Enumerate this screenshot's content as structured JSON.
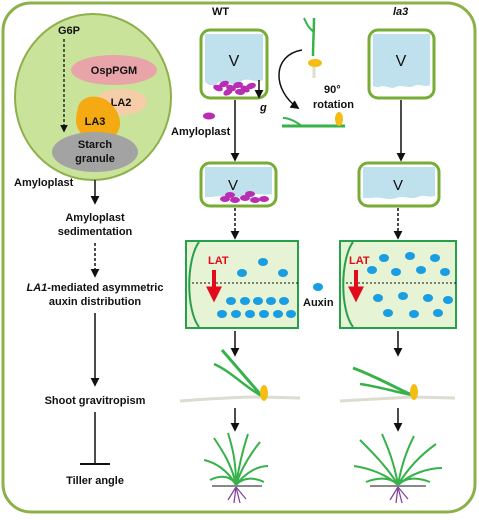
{
  "plastid": {
    "g6p": "G6P",
    "osppgm": "OspPGM",
    "la2": "LA2",
    "la3": "LA3",
    "starch_line1": "Starch",
    "starch_line2": "granule"
  },
  "pathway": {
    "amyloplast": "Amyloplast",
    "sedimentation_line1": "Amyloplast",
    "sedimentation_line2": "sedimentation",
    "la1_gene": "LA1",
    "la1_suffix": "-mediated asymmetric",
    "auxin_distribution": "auxin distribution",
    "shoot_gravitropism": "Shoot gravitropism",
    "tiller_angle": "Tiller angle"
  },
  "wt_panel": {
    "label": "WT",
    "vacuole": "V",
    "gravity": "g",
    "amyloplast_label": "Amyloplast",
    "rotation_angle": "90°",
    "rotation_label": "rotation",
    "lat": "LAT"
  },
  "mutant_panel": {
    "label": "la3",
    "vacuole": "V",
    "lat": "LAT"
  },
  "auxin_legend": "Auxin",
  "colors": {
    "frame_border": "#8db04a",
    "plastid_fill": "#c9e39a",
    "osppgm": "#e8a4a9",
    "la2": "#f6cda9",
    "la3": "#f5aa13",
    "starch": "#a3a3a3",
    "vacuole": "#bfe1ee",
    "amyloplast": "#b92db4",
    "cell_border": "#79ac35",
    "tissue_fill": "#e6f3d4",
    "tissue_border": "#27a04c",
    "auxin": "#1a9ee2",
    "lat_red": "#e10b1b",
    "shoot": "#37b24a",
    "coleoptile": "#f4bd13",
    "root": "#7f3f9a"
  }
}
